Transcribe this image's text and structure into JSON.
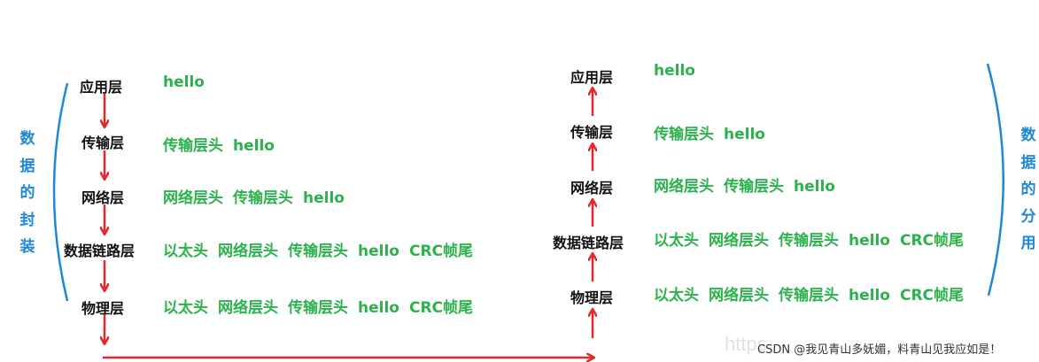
{
  "encapsulation": {
    "side_label": "数据的封装",
    "layers": [
      {
        "label": "应用层",
        "content": [
          "hello"
        ]
      },
      {
        "label": "传输层",
        "content": [
          "传输层头",
          "hello"
        ]
      },
      {
        "label": "网络层",
        "content": [
          "网络层头",
          "传输层头",
          "hello"
        ]
      },
      {
        "label": "数据链路层",
        "content": [
          "以太头",
          "网络层头",
          "传输层头",
          "hello",
          "CRC帧尾"
        ]
      },
      {
        "label": "物理层",
        "content": [
          "以太头",
          "网络层头",
          "传输层头",
          "hello",
          "CRC帧尾"
        ]
      }
    ]
  },
  "decapsulation": {
    "side_label": "数据的分用",
    "layers": [
      {
        "label": "应用层",
        "content": [
          "hello"
        ]
      },
      {
        "label": "传输层",
        "content": [
          "传输层头",
          "hello"
        ]
      },
      {
        "label": "网络层",
        "content": [
          "网络层头",
          "传输层头",
          "hello"
        ]
      },
      {
        "label": "数据链路层",
        "content": [
          "以太头",
          "网络层头",
          "传输层头",
          "hello",
          "CRC帧尾"
        ]
      },
      {
        "label": "物理层",
        "content": [
          "以太头",
          "网络层头",
          "传输层头",
          "hello",
          "CRC帧尾"
        ]
      }
    ]
  },
  "watermark": "CSDN @我见青山多妩媚，料青山见我应如是！",
  "watermark_ghost": "https",
  "colors": {
    "arrow": "#e8262a",
    "content": "#2bb24c",
    "bracket": "#1e88d6",
    "label": "#111111"
  }
}
